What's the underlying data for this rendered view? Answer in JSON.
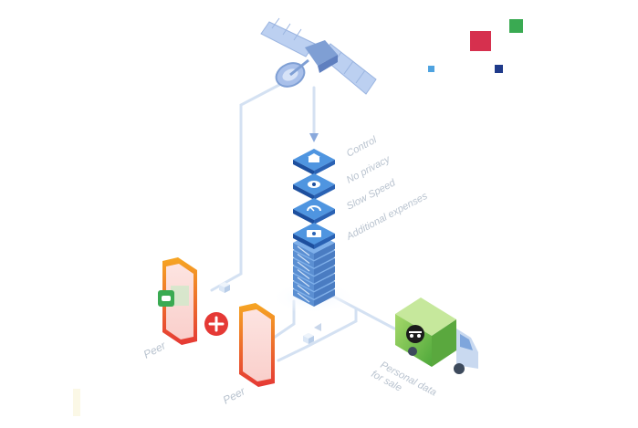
{
  "stack_labels": {
    "control": "Control",
    "no_privacy": "No privacy",
    "slow_speed": "Slow Speed",
    "additional_expenses": "Additional expenses"
  },
  "device_labels": {
    "peer_left": "Peer",
    "peer_right": "Peer"
  },
  "truck_label": {
    "line1": "Personal data",
    "line2": "for sale"
  },
  "colors": {
    "satellite_blue": "#8aa9dc",
    "server_blue": "#2e6fc4",
    "phone_red": "#e53935",
    "phone_orange": "#f6a623",
    "truck_green": "#6cc04a",
    "confetti_red": "#d6304e",
    "confetti_green": "#3aaa52",
    "confetti_navy": "#1f3a8a",
    "confetti_sky": "#4fa3e0"
  },
  "icons": [
    "satellite-icon",
    "server-icon",
    "phone-icon",
    "chat-icon",
    "plus-icon",
    "truck-icon",
    "spy-icon"
  ]
}
